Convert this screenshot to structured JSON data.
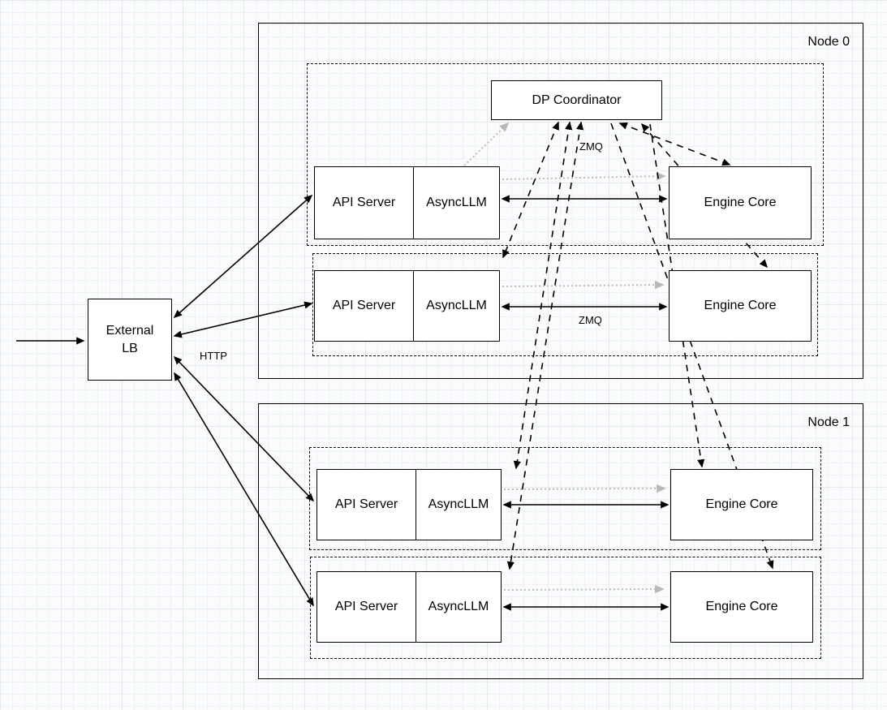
{
  "colors": {
    "background": "#fafbfc",
    "grid_line": "#e6eaed",
    "box_fill": "#ffffff",
    "stroke": "#000000",
    "dotted_arrow": "#b8b8b8"
  },
  "frames": {
    "node0": {
      "label": "Node 0"
    },
    "node1": {
      "label": "Node 1"
    }
  },
  "boxes": {
    "external_lb": {
      "line1": "External",
      "line2": "LB"
    },
    "dp_coordinator": {
      "label": "DP Coordinator"
    },
    "api_server": {
      "label": "API Server"
    },
    "asyncllm": {
      "label": "AsyncLLM"
    },
    "engine_core": {
      "label": "Engine Core"
    }
  },
  "edge_labels": {
    "http": "HTTP",
    "zmq_top": "ZMQ",
    "zmq_mid": "ZMQ"
  }
}
